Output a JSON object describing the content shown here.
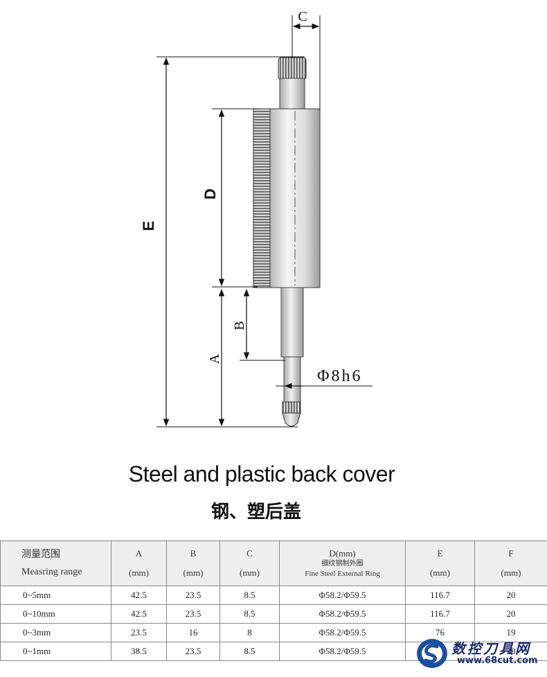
{
  "drawing": {
    "labels": {
      "e": "E",
      "d": "D",
      "c": "C",
      "b": "B",
      "a": "A",
      "stem": "Φ8h6"
    }
  },
  "title": {
    "en": "Steel and plastic back cover",
    "cn": "钢、塑后盖"
  },
  "table": {
    "headers": {
      "range_cn": "测量范围",
      "range_en": "Measring range",
      "a": "A",
      "b": "B",
      "c": "C",
      "d_top": "D(mm)",
      "d_cn": "细纹钢制外圈",
      "d_en": "Fine Steel External Ring",
      "e": "E",
      "f": "F",
      "unit": "(mm)"
    },
    "rows": [
      {
        "range": "0~5mm",
        "a": "42.5",
        "b": "23.5",
        "c": "8.5",
        "d": "Φ58.2/Φ59.5",
        "e": "116.7",
        "f": "20"
      },
      {
        "range": "0~10mm",
        "a": "42.5",
        "b": "23.5",
        "c": "8.5",
        "d": "Φ58.2/Φ59.5",
        "e": "116.7",
        "f": "20"
      },
      {
        "range": "0~3mm",
        "a": "23.5",
        "b": "16",
        "c": "8",
        "d": "Φ58.2/Φ59.5",
        "e": "76",
        "f": "19"
      },
      {
        "range": "0~1mm",
        "a": "38.5",
        "b": "23.5",
        "c": "8.5",
        "d": "Φ58.2/Φ59.5",
        "e": "",
        "f": "20"
      }
    ]
  },
  "watermark": {
    "cn": "数控刀具网",
    "url": "www.68cut.com",
    "logo_color": "#1c4fa0"
  }
}
